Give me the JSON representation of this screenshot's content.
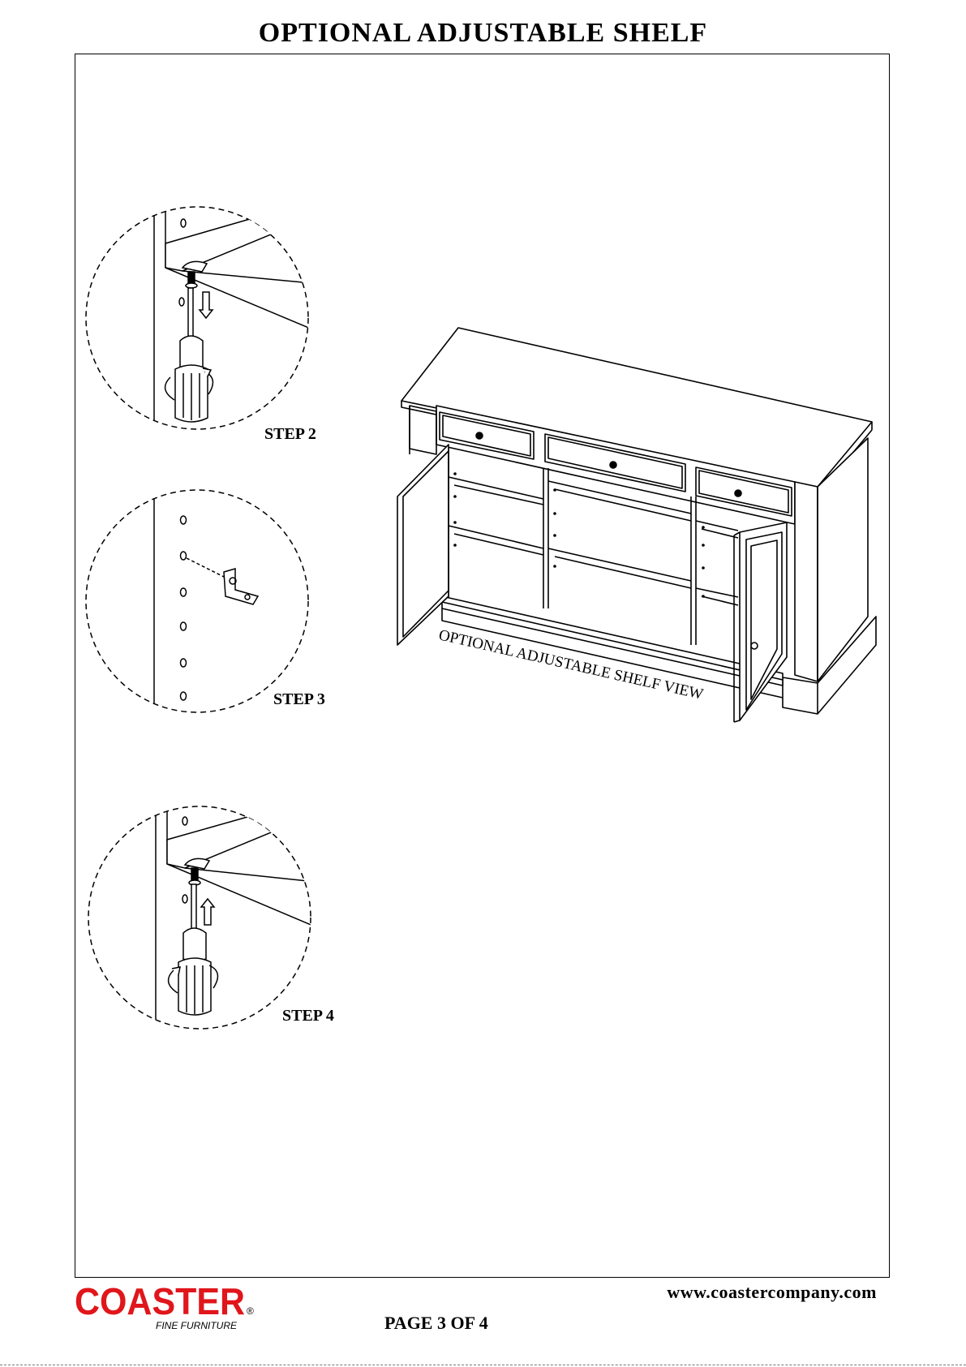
{
  "page": {
    "title": "OPTIONAL ADJUSTABLE SHELF",
    "footer": {
      "brand": "COASTER",
      "tagline": "FINE FURNITURE",
      "registered": "®",
      "website": "www.coastercompany.com",
      "page_number": "PAGE 3 OF 4"
    }
  },
  "steps": [
    {
      "label": "STEP 2"
    },
    {
      "label": "STEP 3"
    },
    {
      "label": "STEP 4"
    }
  ],
  "main_view": {
    "caption": "OPTIONAL ADJUSTABLE SHELF VIEW"
  },
  "colors": {
    "line": "#000000",
    "brand_red": "#e0161b",
    "background": "#ffffff"
  }
}
